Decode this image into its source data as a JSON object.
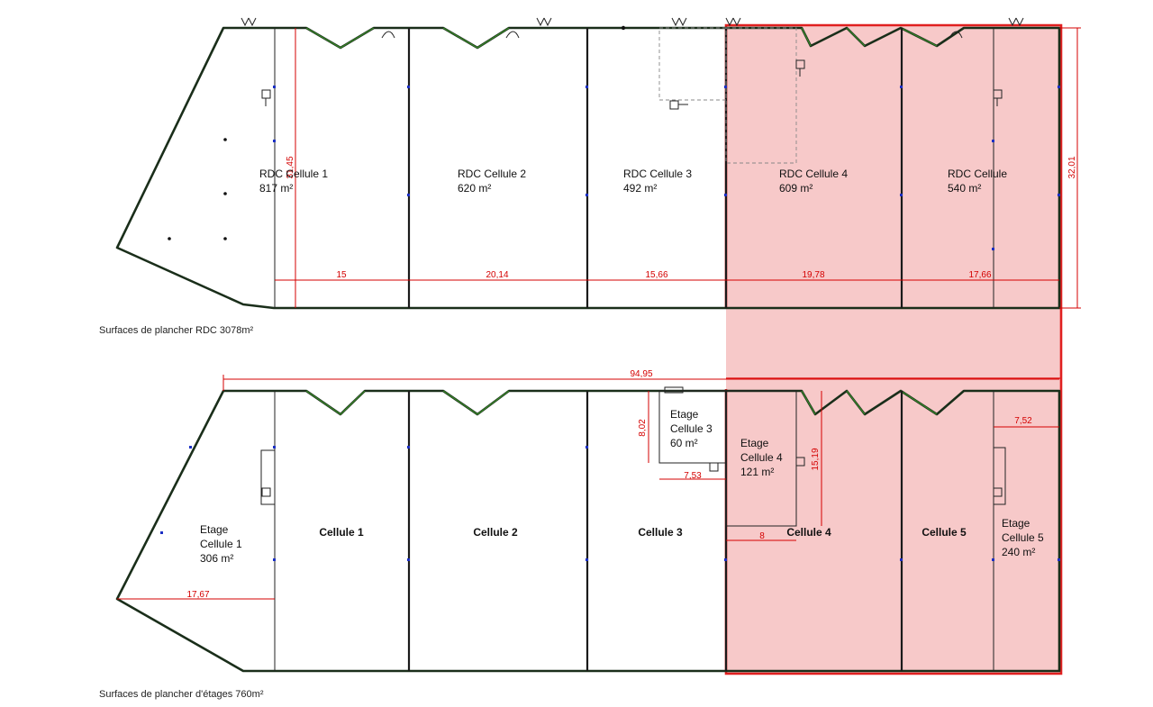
{
  "plans": {
    "rdc": {
      "caption": "Surfaces de plancher RDC 3078m²",
      "cells": [
        {
          "name": "RDC Cellule 1",
          "area": "817 m²"
        },
        {
          "name": "RDC Cellule 2",
          "area": "620 m²"
        },
        {
          "name": "RDC Cellule 3",
          "area": "492 m²"
        },
        {
          "name": "RDC Cellule 4",
          "area": "609 m²"
        },
        {
          "name": "RDC Cellule",
          "area": "540 m²"
        }
      ],
      "dimensions": [
        "15",
        "20,14",
        "15,66",
        "19,78",
        "17,66",
        "32,01",
        "31,45"
      ]
    },
    "etages": {
      "caption": "Surfaces de plancher d'étages 760m²",
      "cells": [
        "Cellule 1",
        "Cellule 2",
        "Cellule 3",
        "Cellule 4",
        "Cellule 5"
      ],
      "mezzanines": [
        {
          "line1": "Etage",
          "line2": "Cellule 1",
          "area": "306 m²"
        },
        {
          "line1": "Etage",
          "line2": "Cellule 3",
          "area": "60 m²"
        },
        {
          "line1": "Etage",
          "line2": "Cellule 4",
          "area": "121 m²"
        },
        {
          "line1": "Etage",
          "line2": "Cellule 5",
          "area": "240 m²"
        }
      ],
      "dimensions": [
        "94,95",
        "8,02",
        "7,53",
        "15,19",
        "8",
        "7,52",
        "17,67"
      ]
    }
  },
  "colors": {
    "highlight_fill": "#f7c9c9",
    "highlight_stroke": "#e02020",
    "dimension": "#d40000",
    "wall": "#1a2e1a",
    "marker": "#1b2fc4"
  }
}
